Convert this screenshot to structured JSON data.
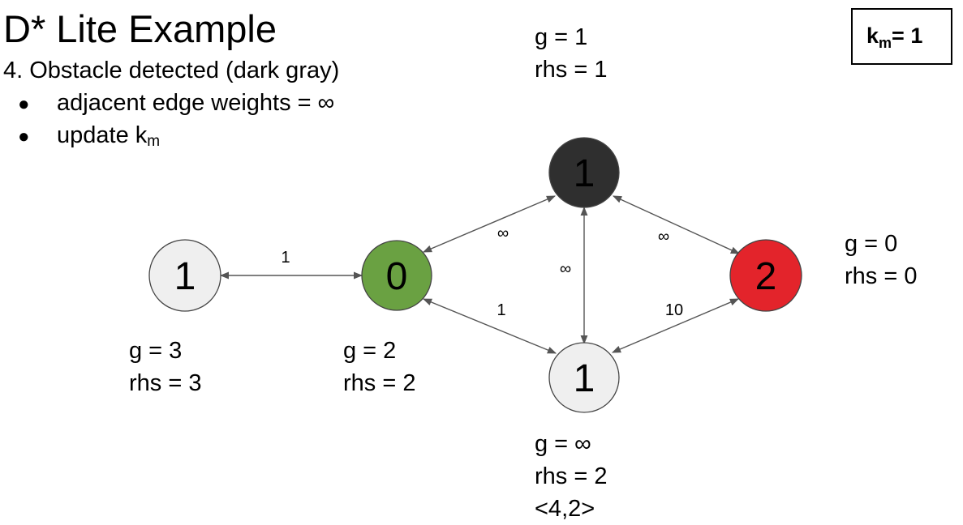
{
  "title": "D* Lite Example",
  "step": "4. Obstacle detected (dark gray)",
  "bullets": {
    "dot": "●",
    "weights": "adjacent edge weights = ∞",
    "update": "update k",
    "update_sub": "m"
  },
  "km_box": {
    "k": "k",
    "sub": "m",
    "value": "= 1"
  },
  "nodes": {
    "left": {
      "value": "1",
      "g": "g = 3",
      "rhs": "rhs = 3",
      "fill": "#efefef"
    },
    "start": {
      "value": "0",
      "g": "g = 2",
      "rhs": "rhs = 2",
      "fill": "#6aa142"
    },
    "top": {
      "value": "1",
      "g": "g = 1",
      "rhs": "rhs = 1",
      "fill": "#2f2f2f"
    },
    "goal": {
      "value": "2",
      "g": "g = 0",
      "rhs": "rhs = 0",
      "fill": "#e3242b"
    },
    "bottom": {
      "value": "1",
      "g": "g = ∞",
      "rhs": "rhs = 2",
      "key": "<4,2>",
      "fill": "#efefef"
    }
  },
  "edges": {
    "left_start": "1",
    "start_top": "∞",
    "top_goal": "∞",
    "top_bottom": "∞",
    "start_bottom": "1",
    "bottom_goal": "10"
  }
}
